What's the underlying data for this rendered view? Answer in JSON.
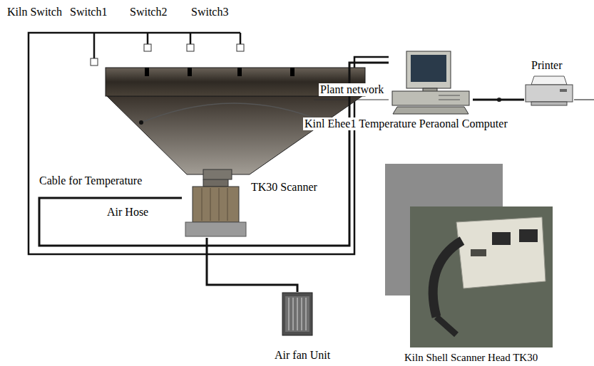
{
  "diagram": {
    "nodes": [
      {
        "text": [
          "Kinl Ehee1 Temperature Peraonal Computer"
        ]
      },
      {
        "text": [
          "Printer"
        ]
      },
      {
        "text": [
          "TK30 Scanner"
        ]
      },
      {
        "text": [
          "Air fan Unit"
        ]
      }
    ],
    "edges": [
      {
        "from": 2,
        "to": 0,
        "arrow": "none"
      },
      {
        "from": 0,
        "to": 1,
        "arrow": "none"
      },
      {
        "from": 3,
        "to": 2,
        "arrow": "none"
      }
    ],
    "labels": [
      "Kiln Switch",
      "Switch1",
      "Switch2",
      "Switch3",
      "Plant network",
      "Cable for Temperature",
      "Air Hose",
      "Kiln Shell Scanner Head TK30"
    ]
  }
}
